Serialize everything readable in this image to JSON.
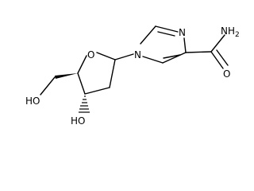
{
  "molecule": {
    "atoms": {
      "oxygen_ring": "O",
      "n1": "N",
      "n3": "N",
      "amide_nh2": "NH",
      "amide_nh2_sub": "2",
      "amide_o": "O",
      "hydroxyl_5": "HO",
      "hydroxyl_3": "HO"
    },
    "colors": {
      "bond": "#000000",
      "label": "#000000",
      "background": "#ffffff"
    }
  }
}
